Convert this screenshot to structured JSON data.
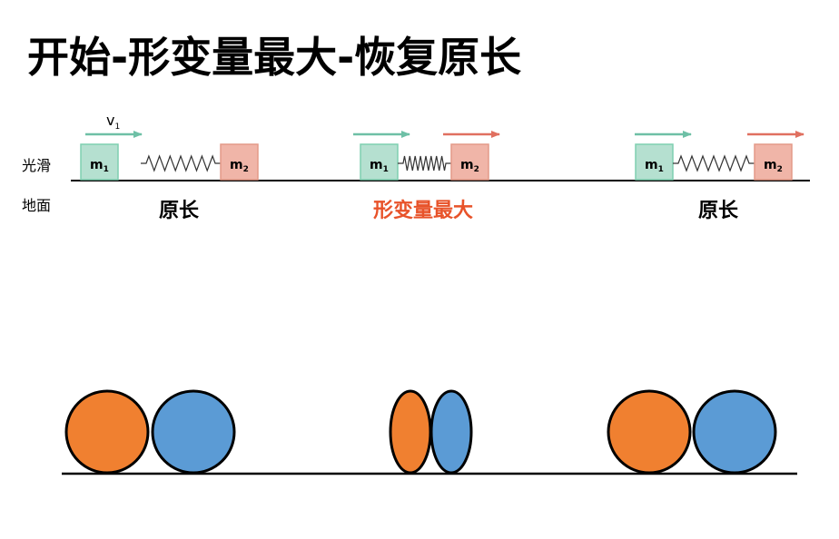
{
  "title": "开始-形变量最大-恢复原长",
  "surface_top": "光滑",
  "surface_bottom": "地面",
  "velocity": {
    "letter": "v",
    "sub": "1"
  },
  "mass_letter": "m",
  "mass_subs": [
    "1",
    "2"
  ],
  "states": [
    {
      "label": "原长",
      "label_color": "#000000",
      "compressed": false
    },
    {
      "label": "形变量最大",
      "label_color": "#e8532a",
      "compressed": true
    },
    {
      "label": "原长",
      "label_color": "#000000",
      "compressed": false
    }
  ],
  "colors": {
    "block1_fill": "#b5e0d0",
    "block1_stroke": "#7fcfb0",
    "block2_fill": "#f0b5a8",
    "block2_stroke": "#e49a88",
    "arrow_teal": "#6ec0a6",
    "arrow_red": "#e07060",
    "ball_orange": "#f08030",
    "ball_blue": "#5b9bd5"
  }
}
